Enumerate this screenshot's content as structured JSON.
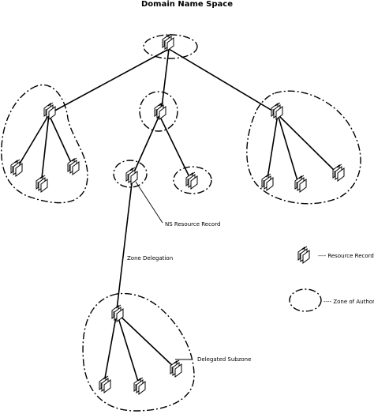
{
  "title": "Domain Name Space",
  "annotations": {
    "ns_record": "NS Resource Record",
    "zone_delegation": "Zone Delegation",
    "delegated_subzone": "Delegated Subzone"
  },
  "legend": {
    "resource_record": "---- Resource Record",
    "zone_of_authority": "---- Zone of Authority"
  },
  "icons": {
    "node": "resource-record-icon",
    "zone": "zone-of-authority-icon"
  }
}
